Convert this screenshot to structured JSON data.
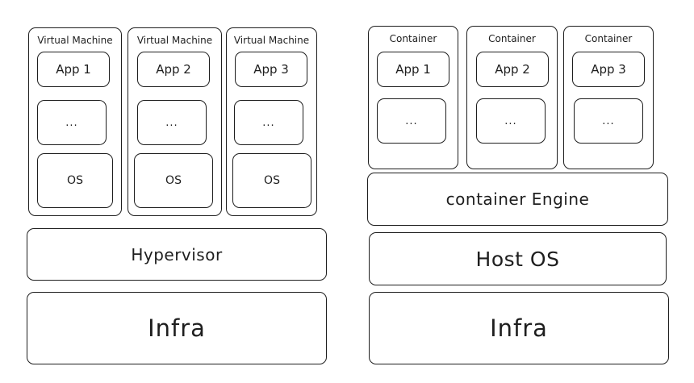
{
  "vm_stack": {
    "machines": [
      {
        "title": "Virtual Machine",
        "app": "App 1",
        "dots": "...",
        "os": "OS"
      },
      {
        "title": "Virtual Machine",
        "app": "App 2",
        "dots": "...",
        "os": "OS"
      },
      {
        "title": "Virtual Machine",
        "app": "App 3",
        "dots": "...",
        "os": "OS"
      }
    ],
    "hypervisor": "Hypervisor",
    "infra": "Infra"
  },
  "container_stack": {
    "containers": [
      {
        "title": "Container",
        "app": "App 1",
        "dots": "..."
      },
      {
        "title": "Container",
        "app": "App 2",
        "dots": "..."
      },
      {
        "title": "Container",
        "app": "App 3",
        "dots": "..."
      }
    ],
    "engine": "container Engine",
    "host_os": "Host OS",
    "infra": "Infra"
  }
}
